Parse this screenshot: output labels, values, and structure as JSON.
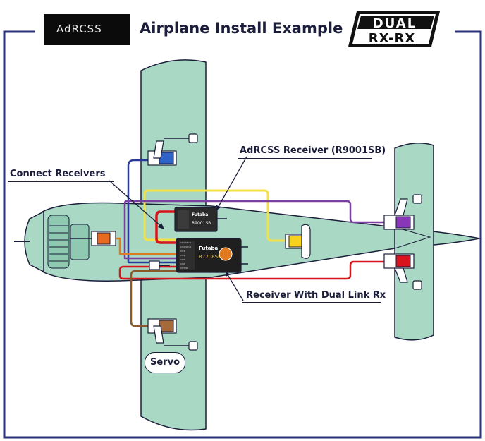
{
  "header": {
    "title": "Airplane Install Example",
    "logo_left": "AdRCSS",
    "logo_right_line1": "DUAL",
    "logo_right_line2": "RX-RX"
  },
  "labels": {
    "adrcss_receiver": "AdRCSS Receiver (R9001SB)",
    "connect_receivers": "Connect Receivers",
    "dual_link_receiver": "Receiver With Dual Link Rx",
    "servo": "Servo"
  },
  "receiver_small": {
    "brand": "Futaba",
    "model": "R9001SB"
  },
  "receiver_main": {
    "brand": "Futaba",
    "model": "R7208SB",
    "port_labels": [
      "CH1/SBUS",
      "CH2/SBUS",
      "CH3",
      "CH4",
      "CH5",
      "CH6",
      "CH7/SB"
    ]
  },
  "colors": {
    "plane_fill": "#a9d9c4",
    "plane_outline": "#1b1d3a",
    "wire_blue": "#2a3a9a",
    "wire_yellow": "#f2e24a",
    "wire_purple": "#7b3fa0",
    "wire_red": "#d8151c",
    "wire_brown": "#8b5a2b",
    "wire_orange": "#e07a1e",
    "servo_blue": "#2e63c9",
    "servo_yellow": "#f6d21e",
    "servo_purple": "#8a36b8",
    "servo_red": "#d8151c",
    "servo_brown": "#a66a3a",
    "servo_orange": "#e86a20",
    "frame": "#2a2f7a"
  }
}
